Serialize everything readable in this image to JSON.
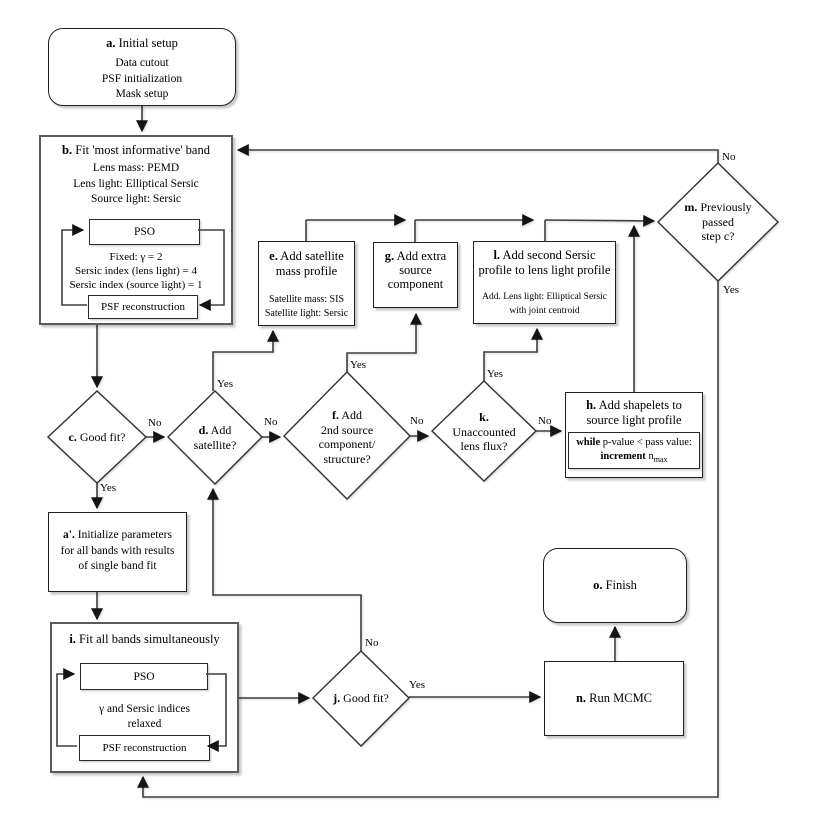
{
  "labels": {
    "yes": "Yes",
    "no": "No"
  },
  "colors": {
    "line": "#3f3f3f",
    "box_border": "#1f1f1f",
    "background": "#ffffff"
  },
  "nodes": {
    "a": {
      "prefix": "a.",
      "title": "Initial setup",
      "lines": [
        "Data cutout",
        "PSF initialization",
        "Mask setup"
      ]
    },
    "b": {
      "prefix": "b.",
      "title": "Fit 'most informative' band",
      "lines": [
        "Lens mass: PEMD",
        "Lens light: Elliptical Sersic",
        "Source light: Sersic"
      ],
      "pso": "PSO",
      "mid": [
        "Fixed: γ = 2",
        "Sersic index (lens light) = 4",
        "Sersic index (source light) = 1"
      ],
      "psf": "PSF reconstruction"
    },
    "c": {
      "prefix": "c.",
      "title": "Good fit?"
    },
    "d": {
      "prefix": "d.",
      "title": "Add",
      "lines": [
        "satellite?"
      ]
    },
    "e": {
      "prefix": "e.",
      "title": "Add satellite",
      "lines": [
        "mass profile"
      ],
      "body": [
        "Satellite mass: SIS",
        "Satellite light: Sersic"
      ]
    },
    "f": {
      "prefix": "f.",
      "title": "Add",
      "lines": [
        "2nd source",
        "component/",
        "structure?"
      ]
    },
    "g": {
      "prefix": "g.",
      "title": "Add extra",
      "lines": [
        "source",
        "component"
      ]
    },
    "h": {
      "prefix": "h.",
      "title": "Add shapelets to",
      "lines": [
        "source light profile"
      ],
      "cond_bold": "while",
      "cond_rest": " p-value < pass value:",
      "inc_bold": "increment",
      "inc_rest": " n",
      "inc_sub": "max"
    },
    "i": {
      "prefix": "i.",
      "title": "Fit all bands simultaneously",
      "pso": "PSO",
      "mid": [
        "γ and Sersic indices",
        "relaxed"
      ],
      "psf": "PSF reconstruction"
    },
    "j": {
      "prefix": "j.",
      "title": "Good fit?"
    },
    "k": {
      "prefix": "k.",
      "title": "",
      "lines": [
        "Unaccounted",
        "lens flux?"
      ]
    },
    "l": {
      "prefix": "l.",
      "title": "Add second Sersic",
      "lines": [
        "profile to lens light profile"
      ],
      "body": [
        "Add. Lens light: Elliptical Sersic",
        "with joint centroid"
      ]
    },
    "m": {
      "prefix": "m.",
      "title": "Previously",
      "lines": [
        "passed",
        "step c?"
      ]
    },
    "a2": {
      "prefix": "a'.",
      "title": "Initialize parameters",
      "lines": [
        "for all bands with results",
        "of single band fit"
      ]
    },
    "n": {
      "prefix": "n.",
      "title": "Run MCMC"
    },
    "o": {
      "prefix": "o.",
      "title": "Finish"
    }
  }
}
